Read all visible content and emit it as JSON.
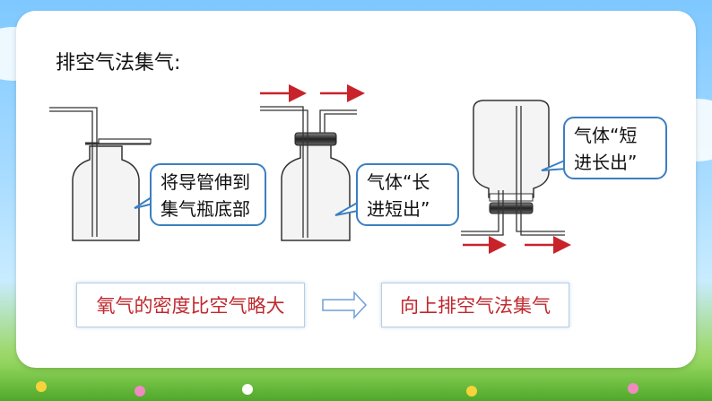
{
  "title": "排空气法集气:",
  "callouts": {
    "left": [
      "将导管伸到",
      "集气瓶底部"
    ],
    "middle": [
      "气体“长",
      "进短出”"
    ],
    "right": [
      "气体“短",
      "进长出”"
    ]
  },
  "boxes": {
    "reason": "氧气的密度比空气略大",
    "method": "向上排空气法集气"
  },
  "colors": {
    "arrow_red": "#c8232b",
    "callout_border": "#3a7fc1",
    "box_text": "#c0282e"
  }
}
